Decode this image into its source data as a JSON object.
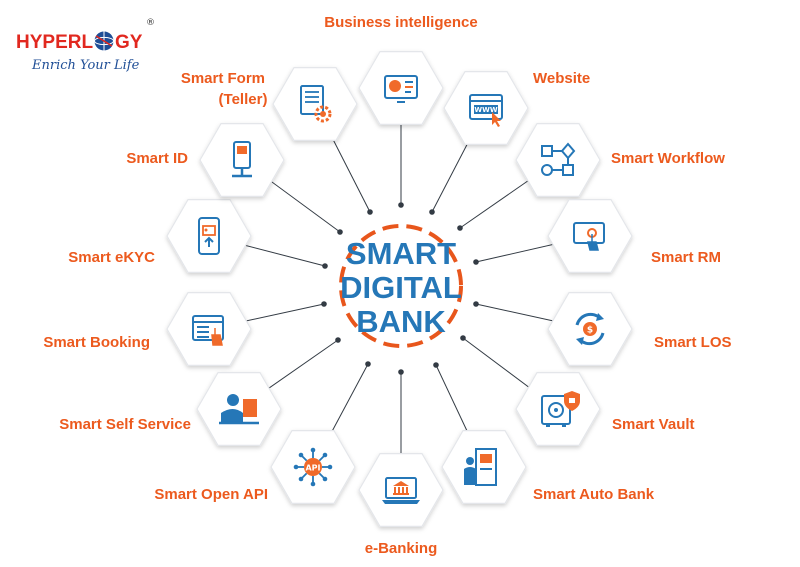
{
  "logo": {
    "left_text": "HYPERL",
    "right_text": "GY",
    "registered": "®",
    "tagline": "Enrich Your Life"
  },
  "center": {
    "lines": [
      "SMART",
      "DIGITAL",
      "BANK"
    ]
  },
  "colors": {
    "label": "#ec5a1e",
    "icon_blue": "#2577b7",
    "icon_orange": "#f06a2a",
    "center_ring": "#e8561c",
    "logo_red": "#e1281f"
  },
  "services": [
    {
      "id": "business-intelligence",
      "label": "Business intelligence",
      "icon": "dashboard-icon"
    },
    {
      "id": "website",
      "label": "Website",
      "icon": "www-browser-icon"
    },
    {
      "id": "smart-workflow",
      "label": "Smart Workflow",
      "icon": "workflow-icon"
    },
    {
      "id": "smart-rm",
      "label": "Smart RM",
      "icon": "touch-screen-icon"
    },
    {
      "id": "smart-los",
      "label": "Smart LOS",
      "icon": "money-cycle-icon"
    },
    {
      "id": "smart-vault",
      "label": "Smart Vault",
      "icon": "vault-icon"
    },
    {
      "id": "smart-auto-bank",
      "label": "Smart Auto Bank",
      "icon": "auto-bank-kiosk-icon"
    },
    {
      "id": "e-banking",
      "label": "e-Banking",
      "icon": "laptop-bank-icon"
    },
    {
      "id": "smart-open-api",
      "label": "Smart Open API",
      "icon": "api-network-icon"
    },
    {
      "id": "smart-self-service",
      "label": "Smart Self Service",
      "icon": "self-service-icon"
    },
    {
      "id": "smart-booking",
      "label": "Smart Booking",
      "icon": "booking-icon"
    },
    {
      "id": "smart-ekyc",
      "label": "Smart eKYC",
      "icon": "ekyc-phone-icon"
    },
    {
      "id": "smart-id",
      "label": "Smart ID",
      "icon": "id-kiosk-icon"
    },
    {
      "id": "smart-form-teller",
      "label": "Smart Form",
      "label2": "(Teller)",
      "icon": "form-gear-icon"
    }
  ]
}
